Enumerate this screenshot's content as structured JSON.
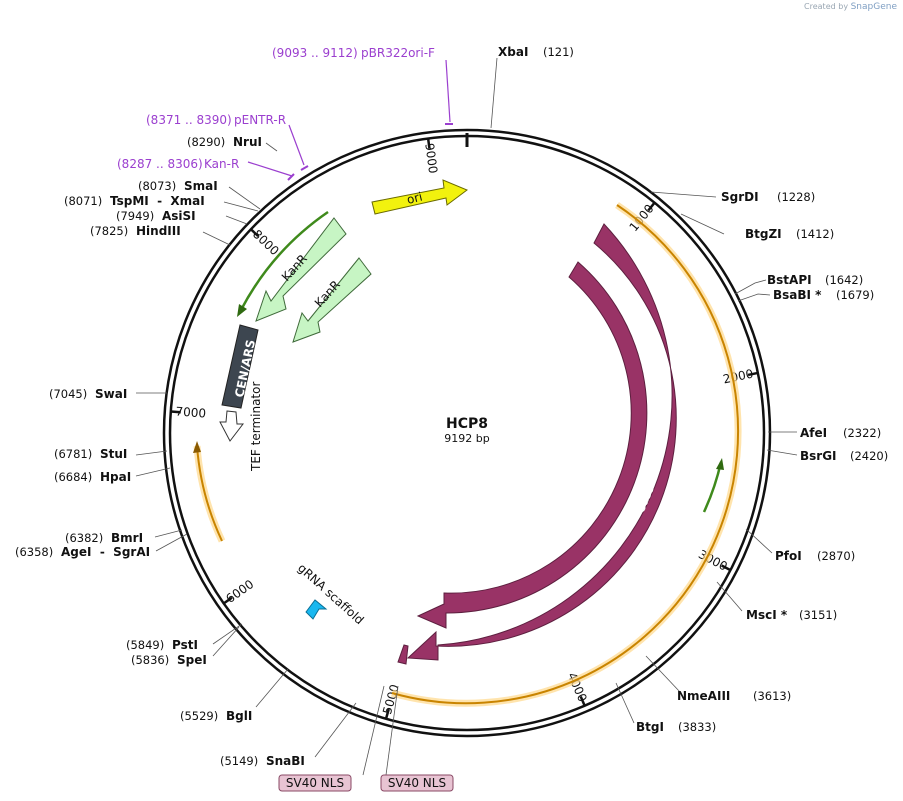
{
  "credit": {
    "prefix": "Created by",
    "brand": "SnapGene"
  },
  "plasmid": {
    "name": "HCP8",
    "size_label": "9192 bp",
    "length": 9192
  },
  "ticks": [
    {
      "pos": 1000,
      "label": "1000"
    },
    {
      "pos": 2000,
      "label": "2000"
    },
    {
      "pos": 3000,
      "label": "3000"
    },
    {
      "pos": 4000,
      "label": "4000"
    },
    {
      "pos": 5000,
      "label": "5000"
    },
    {
      "pos": 6000,
      "label": "6000"
    },
    {
      "pos": 7000,
      "label": "7000"
    },
    {
      "pos": 8000,
      "label": "8000"
    },
    {
      "pos": 9000,
      "label": "9000"
    }
  ],
  "enzymes_right": [
    {
      "name": "XbaI",
      "pos": "(121)"
    },
    {
      "name": "SgrDI",
      "pos": "(1228)"
    },
    {
      "name": "BtgZI",
      "pos": "(1412)"
    },
    {
      "name": "BstAPI",
      "pos": "(1642)"
    },
    {
      "name": "BsaBI *",
      "pos": "(1679)"
    },
    {
      "name": "AfeI",
      "pos": "(2322)"
    },
    {
      "name": "BsrGI",
      "pos": "(2420)"
    },
    {
      "name": "PfoI",
      "pos": "(2870)"
    },
    {
      "name": "MscI *",
      "pos": "(3151)"
    },
    {
      "name": "NmeAIII",
      "pos": "(3613)"
    },
    {
      "name": "BtgI",
      "pos": "(3833)"
    }
  ],
  "enzymes_left": [
    {
      "name": "NruI",
      "pos": "(8290)"
    },
    {
      "name": "SmaI",
      "pos": "(8073)"
    },
    {
      "name": "TspMI  -  XmaI",
      "pos": "(8071)"
    },
    {
      "name": "AsiSI",
      "pos": "(7949)"
    },
    {
      "name": "HindIII",
      "pos": "(7825)"
    },
    {
      "name": "SwaI",
      "pos": "(7045)"
    },
    {
      "name": "StuI",
      "pos": "(6781)"
    },
    {
      "name": "HpaI",
      "pos": "(6684)"
    },
    {
      "name": "BmrI",
      "pos": "(6382)"
    },
    {
      "name": "AgeI  -  SgrAI",
      "pos": "(6358)"
    },
    {
      "name": "PstI",
      "pos": "(5849)"
    },
    {
      "name": "SpeI",
      "pos": "(5836)"
    },
    {
      "name": "BglI",
      "pos": "(5529)"
    },
    {
      "name": "SnaBI",
      "pos": "(5149)"
    }
  ],
  "primers": [
    {
      "range": "(9093 .. 9112)",
      "name": "pBR322ori-F"
    },
    {
      "range": "(8371 .. 8390)",
      "name": "pENTR-R"
    },
    {
      "range": "(8287 .. 8306)",
      "name": "Kan-R"
    }
  ],
  "features": [
    {
      "name": "ori",
      "color": "#f2f20e"
    },
    {
      "name": "KanR",
      "color": "#c7f5c4"
    },
    {
      "name": "KanR",
      "color": "#c7f5c4"
    },
    {
      "name": "CEN/ARS",
      "color": "#3d4650"
    },
    {
      "name": "TEF terminator",
      "color": "#ffffff"
    },
    {
      "name": "Cas9",
      "color": "#993366"
    },
    {
      "name": "Cas9",
      "color": "#993366"
    },
    {
      "name": "gRNA scaffold",
      "color": "#19b8f0"
    },
    {
      "name": "SV40 NLS",
      "color": "#e8c4d3"
    },
    {
      "name": "SV40 NLS",
      "color": "#e8c4d3"
    }
  ],
  "colors": {
    "orf": "#f5a623",
    "orf_dark": "#8a5a00",
    "kan_orf": "#3f8a1c",
    "primer": "#9b3fcf"
  }
}
